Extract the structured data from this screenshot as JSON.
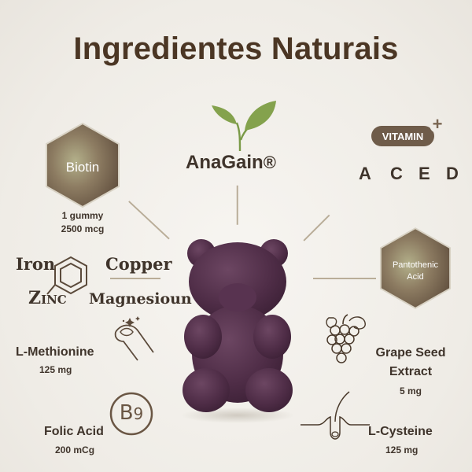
{
  "title": "Ingredientes Naturais",
  "anagain": {
    "name": "AnaGain",
    "mark": "®"
  },
  "vitamin": {
    "badge": "VITAMIN",
    "plus": "+",
    "letters": [
      "A",
      "C",
      "E",
      "D"
    ]
  },
  "biotin": {
    "label": "Biotin",
    "line1": "1 gummy",
    "line2": "2500 mcg"
  },
  "minerals": {
    "iron": "Iron",
    "copper": "Copper",
    "zinc_z": "Z",
    "zinc_rest": "INC",
    "magnesium": "Magnesioun"
  },
  "pantothenic": {
    "line1": "Pantothenic",
    "line2": "Acid"
  },
  "methionine": {
    "label": "L-Methionine",
    "dose": "125 mg"
  },
  "grape": {
    "line1": "Grape Seed",
    "line2": "Extract",
    "dose": "5 mg"
  },
  "folic": {
    "label": "Folic Acid",
    "dose": "200 mCg",
    "badge_b": "B",
    "badge_9": "9"
  },
  "cysteine": {
    "label": "L-Cysteine",
    "dose": "125 mg"
  },
  "icons": [
    "leaf-icon",
    "plus-icon",
    "benzene-icon",
    "nail-sparkle-icon",
    "grape-icon",
    "hair-follicle-icon",
    "b9-badge-icon",
    "gummy-bear-image"
  ]
}
